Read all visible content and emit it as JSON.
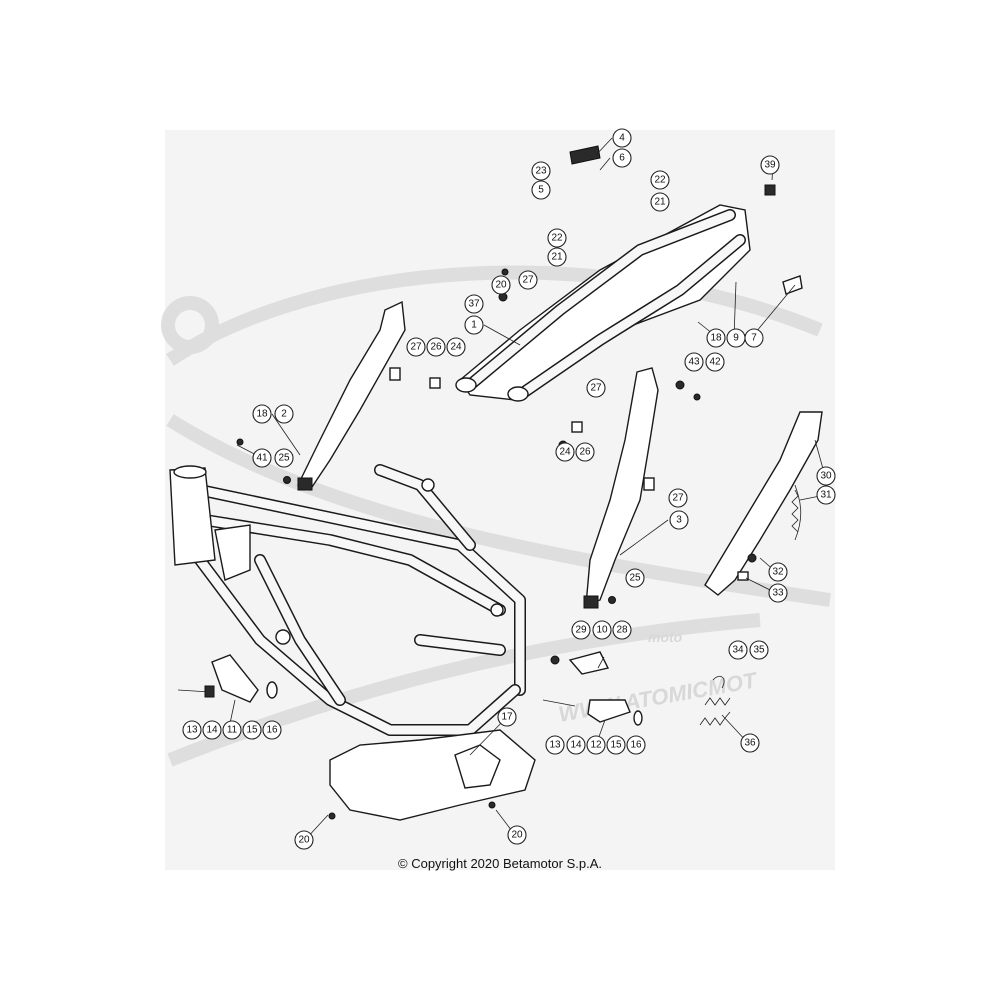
{
  "copyright": "© Copyright 2020 Betamotor S.p.A.",
  "watermark": {
    "brand_small": "moto",
    "url_text": "WWW.ATOMICMOT"
  },
  "callouts": [
    "1",
    "2",
    "3",
    "4",
    "5",
    "6",
    "7",
    "9",
    "10",
    "11",
    "12",
    "13",
    "14",
    "15",
    "16",
    "17",
    "18",
    "20",
    "21",
    "22",
    "23",
    "24",
    "25",
    "26",
    "27",
    "28",
    "29",
    "30",
    "31",
    "32",
    "33",
    "34",
    "35",
    "36",
    "37",
    "39",
    "41",
    "42",
    "43"
  ],
  "colors": {
    "line": "#1a1a1a",
    "panel": "#f4f4f4",
    "watermark": "#d5d5d5"
  }
}
